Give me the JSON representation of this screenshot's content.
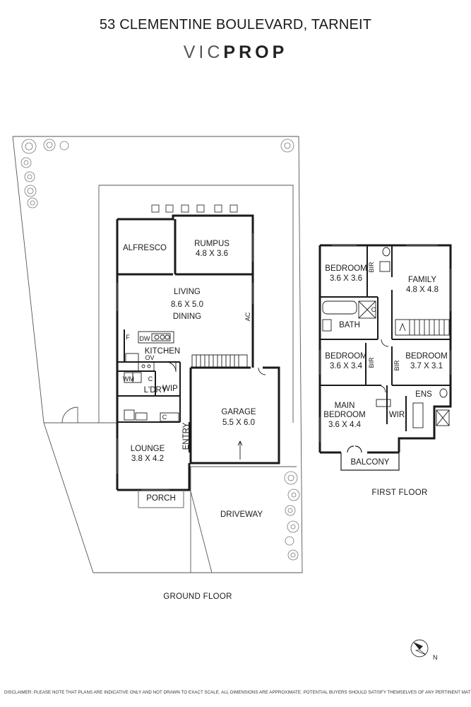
{
  "header": {
    "address": "53 CLEMENTINE BOULEVARD, TARNEIT",
    "brand_light": "VIC",
    "brand_bold": "PROP"
  },
  "ground_floor": {
    "label": "GROUND FLOOR",
    "rooms": {
      "alfresco": "ALFRESCO",
      "rumpus": "RUMPUS",
      "rumpus_dim": "4.8 X 3.6",
      "living": "LIVING",
      "living_dim": "8.6 X 5.0",
      "dining": "DINING",
      "kitchen": "KITCHEN",
      "laundry": "L'DRY",
      "wip": "WIP",
      "garage": "GARAGE",
      "garage_dim": "5.5 X 6.0",
      "lounge": "LOUNGE",
      "lounge_dim": "3.8 X 4.2",
      "entry": "ENTRY",
      "porch": "PORCH",
      "driveway": "DRIVEWAY"
    },
    "fixtures": {
      "ac": "AC",
      "fridge": "F",
      "dishwasher": "DW",
      "oven": "OV",
      "washing_machine": "WM",
      "cupboard": "C",
      "cupboard_lounge": "C"
    }
  },
  "first_floor": {
    "label": "FIRST FLOOR",
    "rooms": {
      "bedroom1": "BEDROOM",
      "bedroom1_dim": "3.6 X 3.6",
      "family": "FAMILY",
      "family_dim": "4.8 X 4.8",
      "bath": "BATH",
      "bedroom2": "BEDROOM",
      "bedroom2_dim": "3.6 X 3.4",
      "bedroom3": "BEDROOM",
      "bedroom3_dim": "3.7 X 3.1",
      "main_bedroom_1": "MAIN",
      "main_bedroom_2": "BEDROOM",
      "main_bedroom_dim": "3.6 X 4.4",
      "ens": "ENS",
      "wir": "WIR",
      "balcony": "BALCONY"
    },
    "fixtures": {
      "bir1": "BIR",
      "bir2": "BIR",
      "bir3": "BIR",
      "linen": "C"
    }
  },
  "compass": {
    "north": "N"
  },
  "disclaimer": "DISCLAIMER: PLEASE NOTE THAT PLANS ARE INDICATIVE ONLY AND NOT DRAWN TO EXACT SCALE. ALL DIMENSIONS ARE APPROXIMATE. POTENTIAL BUYERS SHOULD SATISFY THEMSELVES OF ANY PERTINENT MATTERS.",
  "colors": {
    "wall": "#1a1a1a",
    "line": "#555555",
    "text": "#1a1a1a"
  }
}
